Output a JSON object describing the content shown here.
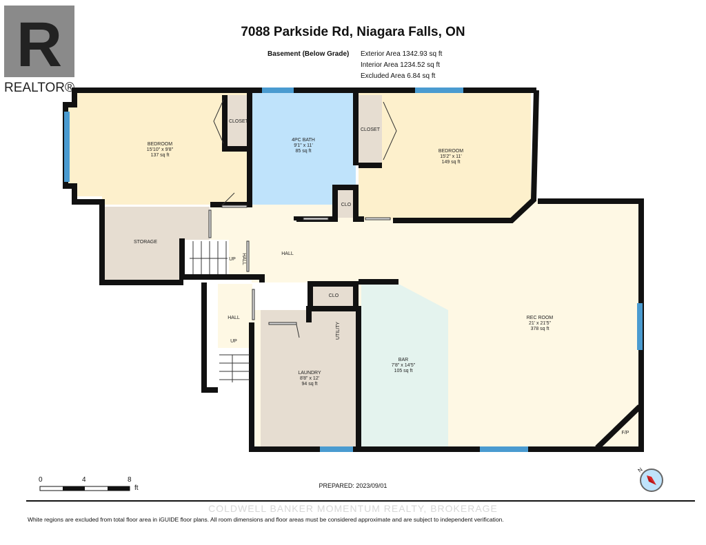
{
  "header": {
    "title": "7088 Parkside Rd, Niagara Falls, ON"
  },
  "floor": {
    "name": "Basement (Below Grade)",
    "exterior": "Exterior Area 1342.93 sq ft",
    "interior": "Interior Area 1234.52 sq ft",
    "excluded": "Excluded Area 6.84 sq ft"
  },
  "logo": {
    "text": "REALTOR®",
    "letter": "R"
  },
  "rooms": {
    "bedroom1": {
      "name": "BEDROOM",
      "dims": "15'10\" x 9'8\"",
      "area": "137 sq ft"
    },
    "bath": {
      "name": "4PC BATH",
      "dims": "9'1\" x 11'",
      "area": "85 sq ft"
    },
    "bedroom2": {
      "name": "BEDROOM",
      "dims": "15'2\" x 11'",
      "area": "149 sq ft"
    },
    "closet1": "CLOSET",
    "closet2": "CLOSET",
    "clo1": "CLO",
    "clo2": "CLO",
    "storage": "STORAGE",
    "hall": "HALL",
    "hall_small": "HALL",
    "hall_lower": "HALL",
    "up1": "UP",
    "up2": "UP",
    "utility": "UTILITY",
    "fp": "F/P",
    "laundry": {
      "name": "LAUNDRY",
      "dims": "8'8\" x 12'",
      "area": "94 sq ft"
    },
    "bar": {
      "name": "BAR",
      "dims": "7'8\" x 14'5\"",
      "area": "105 sq ft"
    },
    "rec": {
      "name": "REC ROOM",
      "dims": "21' x 21'5\"",
      "area": "378 sq ft"
    }
  },
  "scale": {
    "ticks": [
      "0",
      "4",
      "8"
    ],
    "unit": "ft"
  },
  "prepared": "PREPARED: 2023/09/01",
  "watermark": "COLDWELL BANKER MOMENTUM REALTY, BROKERAGE",
  "disclaimer": "White regions are excluded from total floor area in iGUIDE floor plans. All room dimensions and floor areas must be considered approximate and are subject to independent verification.",
  "compass": {
    "label": "N"
  },
  "colors": {
    "bedroom": "#fdf0cc",
    "bath": "#bfe3fb",
    "hall": "#fef8e4",
    "storage": "#e6ddd1",
    "bar": "#e4f3ee",
    "window": "#4a9bd0",
    "wall": "#111111"
  }
}
